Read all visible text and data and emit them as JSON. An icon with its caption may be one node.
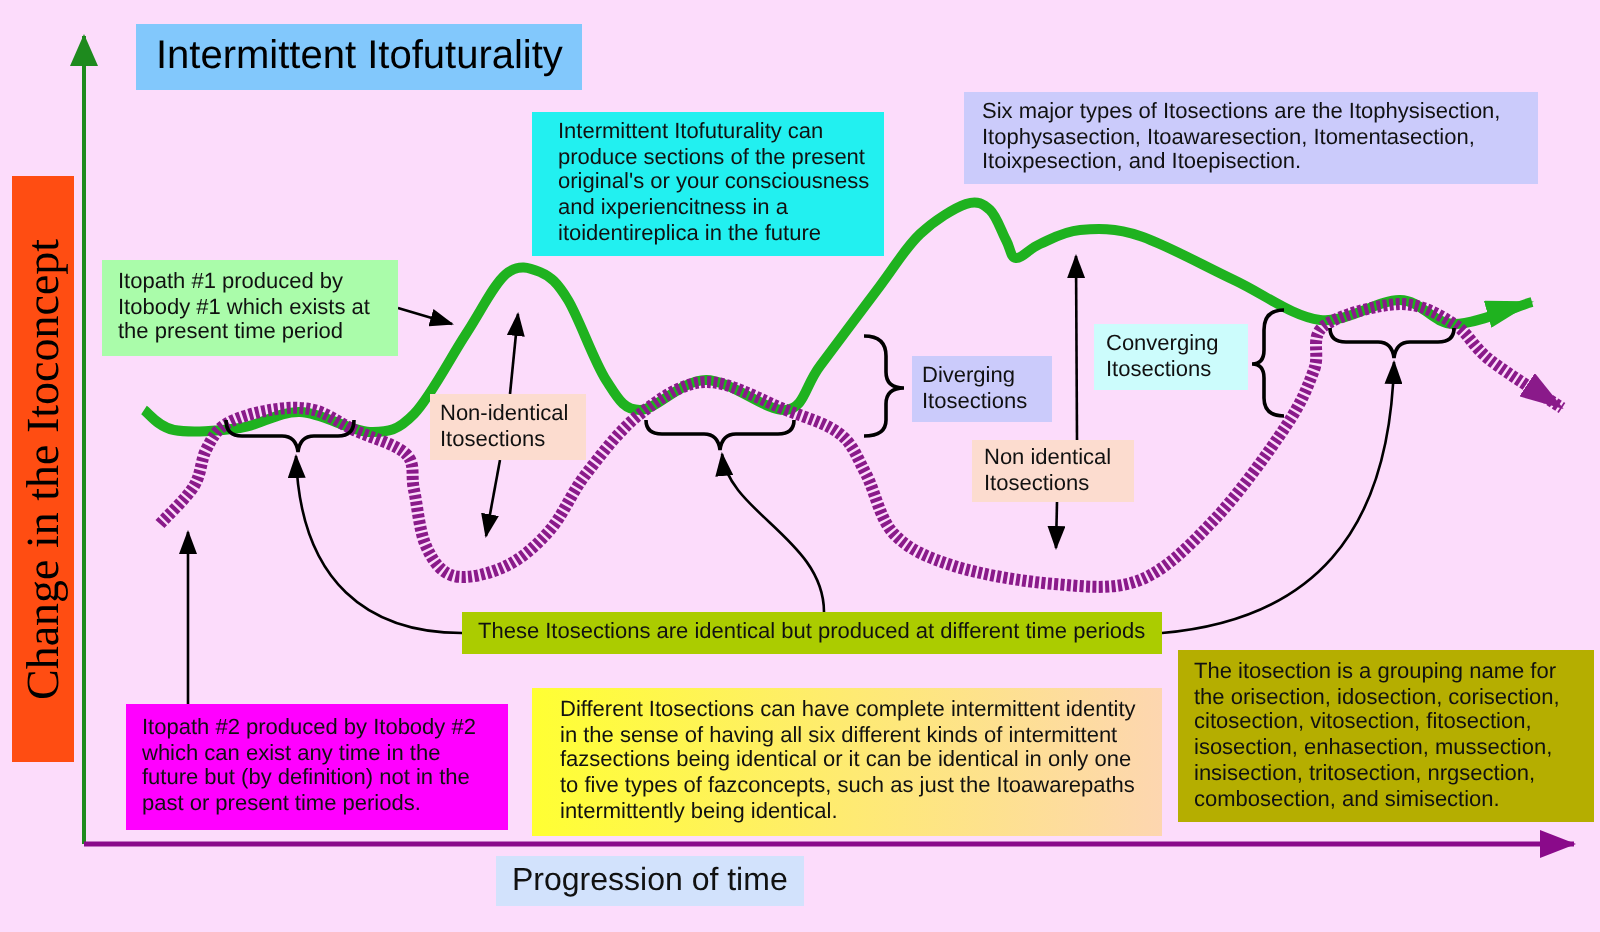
{
  "diagram": {
    "title": "Intermittent Itofuturality",
    "nodes": [
      {
        "text": [
          "Change in the Itoconcept"
        ]
      },
      {
        "text": [
          "Intermittent Itofuturality can produce sections of the present original's or your consciousness and ixperiencitness in a itoidentireplica in the future"
        ]
      },
      {
        "text": [
          "Six major types of Itosections are the Itophysisection, Itophysasection, Itoawaresection, Itomentasection, Itoixpesection, and Itoepisection."
        ]
      },
      {
        "text": [
          "Itopath #1 produced by Itobody #1 which exists at the present time period"
        ]
      },
      {
        "text": [
          "Non-identical Itosections"
        ]
      },
      {
        "text": [
          "Diverging Itosections"
        ]
      },
      {
        "text": [
          "Converging Itosections"
        ]
      },
      {
        "text": [
          "Non identical Itosections"
        ]
      },
      {
        "text": [],
        "shape": "brace"
      },
      {
        "text": [],
        "shape": "brace"
      },
      {
        "text": [],
        "shape": "brace"
      },
      {
        "text": [
          "These Itosections are identical but produced at different time periods"
        ]
      },
      {
        "text": [
          "Itopath #2 produced by Itobody #2 which can exist any time in the future but (by definition) not in the past or present time periods."
        ]
      },
      {
        "text": [
          "Different Itosections can have complete intermittent identity in the sense of having all six different kinds of intermittent fazsections being identical or it can be identical in only one to five types of fazconcepts, such as just the Itoawarepaths intermittently being identical."
        ]
      },
      {
        "text": [
          "The itosection is a grouping name for the orisection, idosection, corisection, citosection, vitosection, fitosection, isosection, enhasection, mussection, insisection, tritosection, nrgsection, combosection, and simisection."
        ]
      },
      {
        "text": [
          "Progression of time"
        ]
      }
    ],
    "edges": [
      {
        "from": 3,
        "to": null,
        "arrow": "to"
      },
      {
        "from": 4,
        "to": null,
        "arrow": "to"
      },
      {
        "from": 4,
        "to": null,
        "arrow": "to"
      },
      {
        "from": 7,
        "to": null,
        "arrow": "to"
      },
      {
        "from": 7,
        "to": null,
        "arrow": "to"
      },
      {
        "from": 11,
        "to": 8,
        "arrow": "to"
      },
      {
        "from": 11,
        "to": 9,
        "arrow": "to"
      },
      {
        "from": 11,
        "to": 10,
        "arrow": "to"
      },
      {
        "from": 12,
        "to": null,
        "arrow": "to"
      }
    ]
  }
}
